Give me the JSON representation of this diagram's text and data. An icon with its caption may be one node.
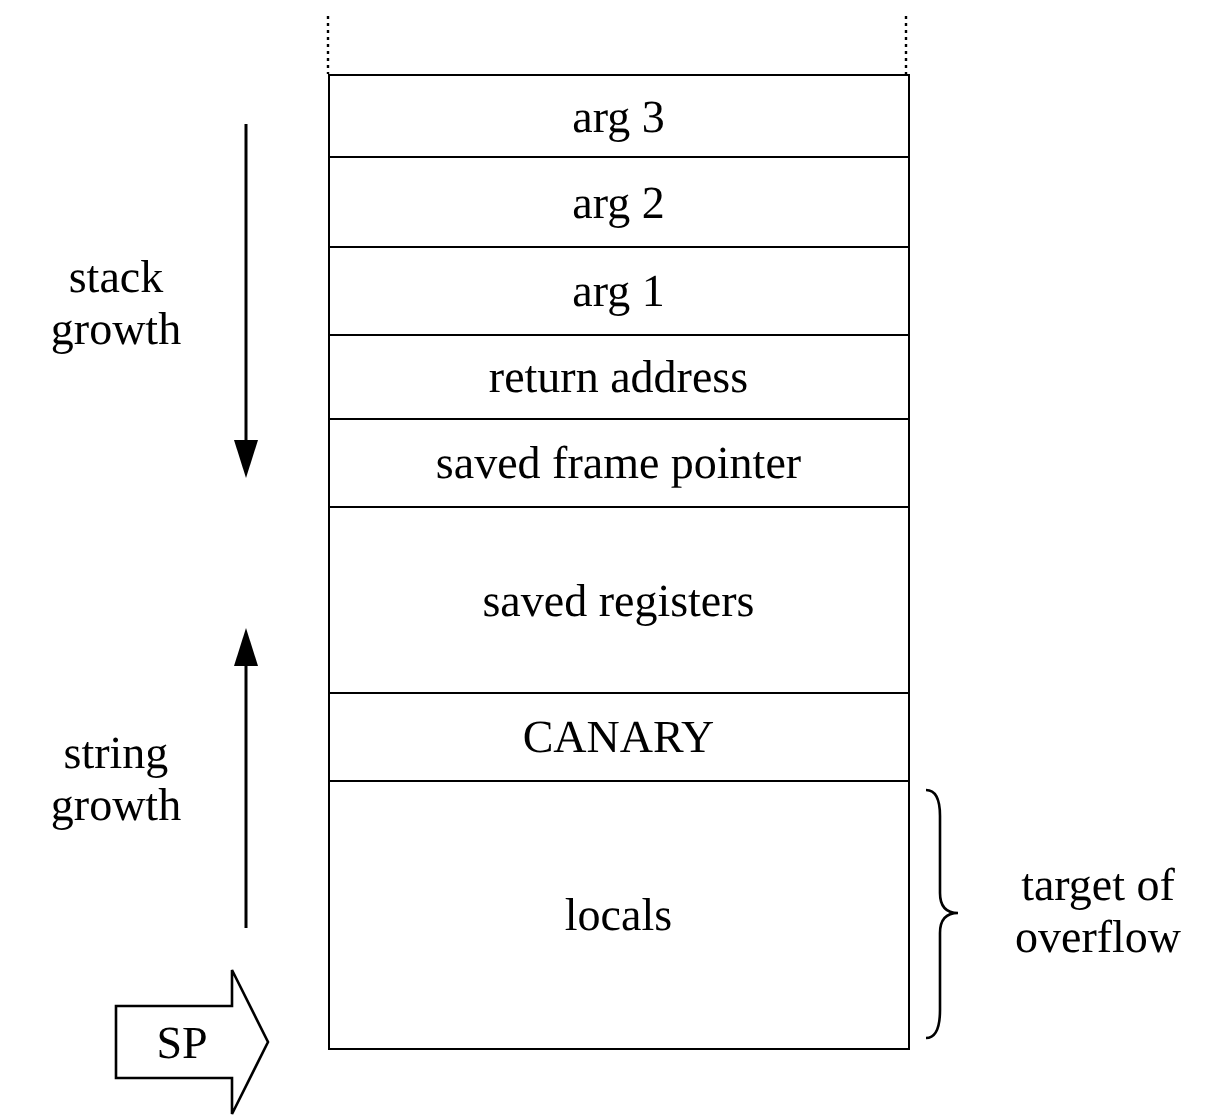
{
  "diagram": {
    "nodes": [
      {
        "text": [
          "arg 3"
        ]
      },
      {
        "text": [
          "arg 2"
        ]
      },
      {
        "text": [
          "arg 1"
        ]
      },
      {
        "text": [
          "return address"
        ]
      },
      {
        "text": [
          "saved frame pointer"
        ]
      },
      {
        "text": [
          "saved registers"
        ]
      },
      {
        "text": [
          "CANARY"
        ]
      },
      {
        "text": [
          "locals"
        ],
        "beside": [
          "target of overflow"
        ]
      },
      {
        "text": [
          "SP"
        ]
      }
    ],
    "labels": [
      "stack growth",
      "string growth"
    ]
  }
}
